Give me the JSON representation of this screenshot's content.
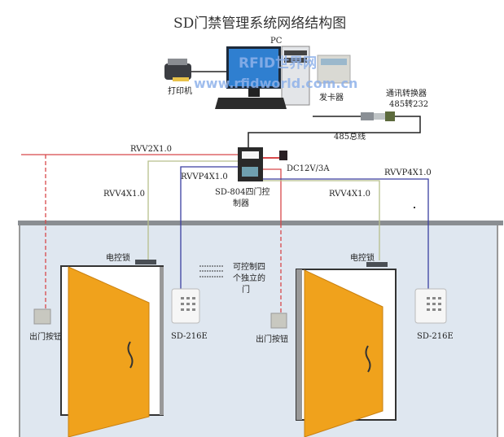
{
  "title": "SD门禁管理系统网络结构图",
  "pc_label": "PC",
  "printer_label": "打印机",
  "card_issuer_label": "发卡器",
  "watermark": {
    "line1": "RFID世界网",
    "line2": "www.rfidworld.com.cn"
  },
  "converter": {
    "label_line1": "通讯转换器",
    "label_line2": "485转232"
  },
  "bus_label": "485总线",
  "controller": {
    "label_line1": "SD-804四门控",
    "label_line2": "制器"
  },
  "power_label": "DC12V/3A",
  "cables": {
    "left_red": "RVV2X1.0",
    "left_olive": "RVV4X1.0",
    "left_blue": "RVVP4X1.0",
    "right_olive": "RVV4X1.0",
    "right_blue": "RVVP4X1.0"
  },
  "lock_label_1": "电控锁",
  "lock_label_2": "电控锁",
  "reader_label_1": "SD-216E",
  "reader_label_2": "SD-216E",
  "exit_button_label_1": "出门按钮",
  "exit_button_label_2": "出门按钮",
  "note": {
    "line1": "可控制四",
    "line2": "个独立的",
    "line3": "门"
  },
  "colors": {
    "red": "#d8484a",
    "olive": "#b7bf8c",
    "blue": "#3a3fa0",
    "door": "#f0a21c",
    "wall": "#dfe7f0"
  }
}
